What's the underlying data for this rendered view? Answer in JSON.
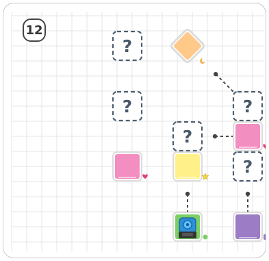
{
  "level": {
    "number": "12"
  },
  "grid": {
    "cols": 8,
    "rows": 7
  },
  "colors": {
    "grid_line": "#e6e6e6",
    "question_border": "#4c5e70",
    "question_mark": "#4a5a6a",
    "peach": "#ffc98a",
    "pink": "#f28ec0",
    "yellow": "#fff08a",
    "purple": "#9c7cc4",
    "green": "#7ccf66",
    "robot_blue": "#2d8fdc",
    "connector": "#444444"
  },
  "question_tiles": [
    {
      "id": "q1",
      "col": 2,
      "row": 0,
      "symbol": "?"
    },
    {
      "id": "q2",
      "col": 2,
      "row": 2,
      "symbol": "?"
    },
    {
      "id": "q3",
      "col": 4,
      "row": 3,
      "symbol": "?"
    },
    {
      "id": "q4",
      "col": 6,
      "row": 2,
      "symbol": "?"
    },
    {
      "id": "q5",
      "col": 6,
      "row": 4,
      "symbol": "?"
    }
  ],
  "color_tiles": [
    {
      "id": "peach",
      "col": 4,
      "row": 0,
      "color": "peach",
      "rotated": true,
      "badge": "moon-icon"
    },
    {
      "id": "pink-1",
      "col": 6,
      "row": 3,
      "color": "pink",
      "badge": "heart-icon"
    },
    {
      "id": "pink-2",
      "col": 2,
      "row": 4,
      "color": "pink",
      "badge": "heart-icon"
    },
    {
      "id": "yellow",
      "col": 4,
      "row": 4,
      "color": "yellow",
      "badge": "star-icon"
    },
    {
      "id": "purple",
      "col": 6,
      "row": 6,
      "color": "purple",
      "badge": "square-icon"
    }
  ],
  "robot": {
    "col": 4,
    "row": 6,
    "tile_color": "green",
    "badge": "circle-icon"
  },
  "connectors": [
    {
      "from": [
        5,
        1
      ],
      "to": [
        6,
        2
      ]
    },
    {
      "from": [
        5,
        3
      ],
      "to": [
        6,
        3
      ]
    },
    {
      "from": [
        4,
        5
      ],
      "to": [
        4,
        6
      ]
    },
    {
      "from": [
        6,
        5
      ],
      "to": [
        6,
        6
      ]
    }
  ]
}
